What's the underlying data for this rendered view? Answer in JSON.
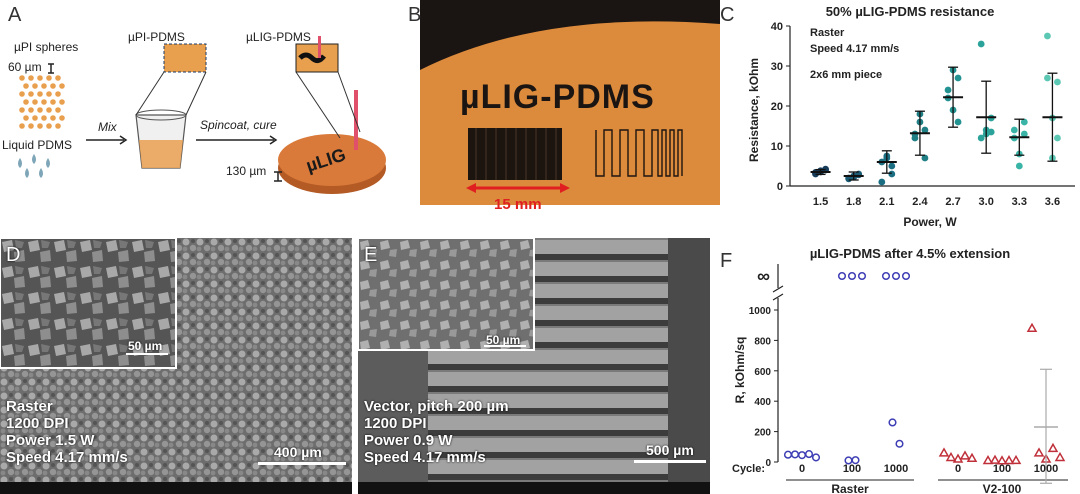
{
  "panel_a": {
    "label": "A",
    "upi_spheres": "µPI spheres",
    "upi_size": "60 µm",
    "liquid_pdms": "Liquid PDMS",
    "mix": "Mix",
    "upi_pdms": "µPI-PDMS",
    "ulig_pdms": "µLIG-PDMS",
    "spincoat": "Spincoat, cure",
    "thickness": "130 µm",
    "disk_text": "µLIG",
    "colors": {
      "orange": "#e8a04f",
      "disk": "#d97a3a",
      "blue": "#7fa6b8"
    }
  },
  "panel_b": {
    "label": "B",
    "title": "µLIG-PDMS",
    "scale": "15 mm",
    "colors": {
      "bg": "#1a1412",
      "orange": "#dc8a3c"
    }
  },
  "panel_c": {
    "label": "C",
    "notes": [
      "Raster",
      "Speed 4.17 mm/s",
      "2x6 mm piece"
    ]
  },
  "panel_d": {
    "label": "D",
    "inset_scale": "50 µm",
    "scale": "400 µm",
    "caption": "Raster\n1200 DPI\nPower 1.5 W\nSpeed 4.17 mm/s"
  },
  "panel_e": {
    "label": "E",
    "inset_scale": "50 µm",
    "scale": "500 µm",
    "caption": "Vector, pitch 200 µm\n1200 DPI\nPower 0.9 W\nSpeed 4.17 mm/s"
  },
  "panel_f": {
    "label": "F",
    "cycle_label": "Cycle:",
    "infinity": "∞",
    "break_value": "1000"
  },
  "chart_data": [
    {
      "type": "scatter",
      "title": "50% µLIG-PDMS resistance",
      "xlabel": "Power, W",
      "ylabel": "Resistance, kOhm",
      "ylim": [
        0,
        40
      ],
      "yticks": [
        0,
        10,
        20,
        30,
        40
      ],
      "categories": [
        "1.5",
        "1.8",
        "2.1",
        "2.4",
        "2.7",
        "3.0",
        "3.3",
        "3.6"
      ],
      "points": [
        [
          3.0,
          3.5,
          4.0,
          3.2,
          3.8,
          4.2,
          3.4
        ],
        [
          2.0,
          2.5,
          3.0,
          1.8,
          2.2,
          2.8
        ],
        [
          6.0,
          7.0,
          5.0,
          1.0,
          7.5,
          3.0
        ],
        [
          13.0,
          16.0,
          7.0,
          12.0,
          18.0,
          14.0
        ],
        [
          22.0,
          29.0,
          16.0,
          24.0,
          19.0,
          27.0
        ],
        [
          35.5,
          13.0,
          17.0,
          12.0,
          14.0,
          13.5
        ],
        [
          12.0,
          8.0,
          16.0,
          14.0,
          5.0,
          13.0
        ],
        [
          37.5,
          7.0,
          12.0,
          27.0,
          17.0,
          26.0
        ]
      ],
      "means": [
        3.5,
        2.5,
        6.0,
        13.2,
        22.2,
        17.2,
        12.2,
        17.2
      ],
      "sd": [
        0.6,
        1.0,
        2.8,
        5.5,
        7.5,
        9.0,
        4.5,
        11.0
      ],
      "colors": [
        "#163c5a",
        "#1b5a73",
        "#1b6e82",
        "#1f7f84",
        "#239391",
        "#2ba39a",
        "#3ab4a6",
        "#5cc7b3"
      ]
    },
    {
      "type": "scatter",
      "title": "µLIG-PDMS after 4.5% extension",
      "ylabel": "R, kOhm/sq",
      "yticks": [
        0,
        200,
        400,
        600,
        800,
        1000
      ],
      "groups": [
        "Raster",
        "V2-100"
      ],
      "categories": [
        "0",
        "100",
        "1000",
        "0",
        "100",
        "1000"
      ],
      "series": [
        {
          "name": "Raster",
          "marker": "circle",
          "color": "#3d3db5",
          "points": [
            [
              48,
              50,
              45,
              52,
              30
            ],
            [
              10,
              12
            ],
            [
              260,
              120
            ]
          ],
          "infinite_counts": [
            0,
            3,
            3
          ]
        },
        {
          "name": "V2-100",
          "marker": "triangle",
          "color": "#c0303a",
          "points": [
            [
              60,
              30,
              20,
              40,
              25
            ],
            [
              10,
              12,
              8,
              10,
              11
            ],
            [
              880,
              60,
              20,
              90,
              30
            ]
          ],
          "means": [
            null,
            null,
            230
          ],
          "sd": [
            null,
            null,
            380
          ],
          "infinite_counts": [
            0,
            0,
            0
          ]
        }
      ]
    }
  ]
}
